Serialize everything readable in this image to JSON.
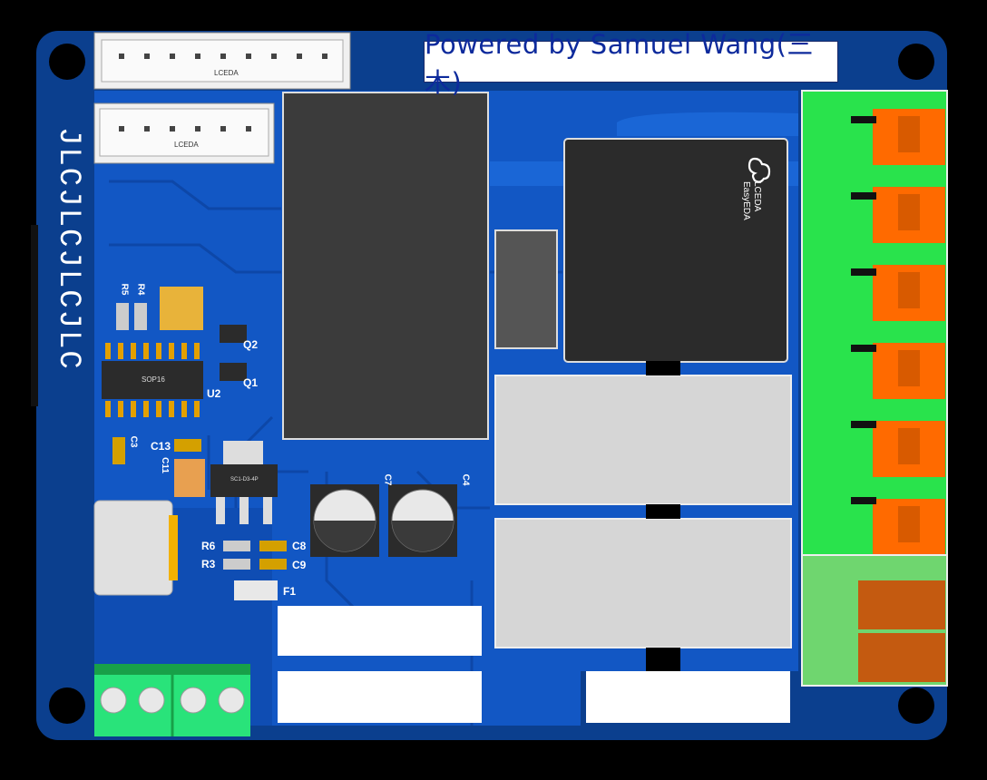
{
  "banner": {
    "text": "Powered by Samuel Wang(三木)"
  },
  "silkscreen": {
    "vertical": "JLCJLCJLCJLC",
    "connector_top_label": "LCEDA",
    "connector_second_label": "LCEDA",
    "logo_line1": "LCEDA",
    "logo_line2": "EasyEDA",
    "sop_chip": "SOP16",
    "regulator_chip": "SC1-D3-4P"
  },
  "designators": [
    {
      "id": "R5",
      "text": "R5"
    },
    {
      "id": "R4",
      "text": "R4"
    },
    {
      "id": "Q2",
      "text": "Q2"
    },
    {
      "id": "Q1",
      "text": "Q1"
    },
    {
      "id": "U2",
      "text": "U2"
    },
    {
      "id": "C3",
      "text": "C3"
    },
    {
      "id": "C13",
      "text": "C13"
    },
    {
      "id": "C11",
      "text": "C11"
    },
    {
      "id": "C7",
      "text": "C7"
    },
    {
      "id": "C4",
      "text": "C4"
    },
    {
      "id": "R6",
      "text": "R6"
    },
    {
      "id": "R3",
      "text": "R3"
    },
    {
      "id": "C8",
      "text": "C8"
    },
    {
      "id": "C9",
      "text": "C9"
    },
    {
      "id": "F1",
      "text": "F1"
    }
  ],
  "colors": {
    "board_dark": "#0b3f8e",
    "board_mid": "#1257c4",
    "board_trace": "#1a66d6",
    "terminal_green": "#29e34c",
    "terminal_orange": "#ff6a00",
    "relay_grey": "#d6d6d6",
    "ic_black": "#2b2b2b",
    "banner_text": "#0d2a9c"
  }
}
